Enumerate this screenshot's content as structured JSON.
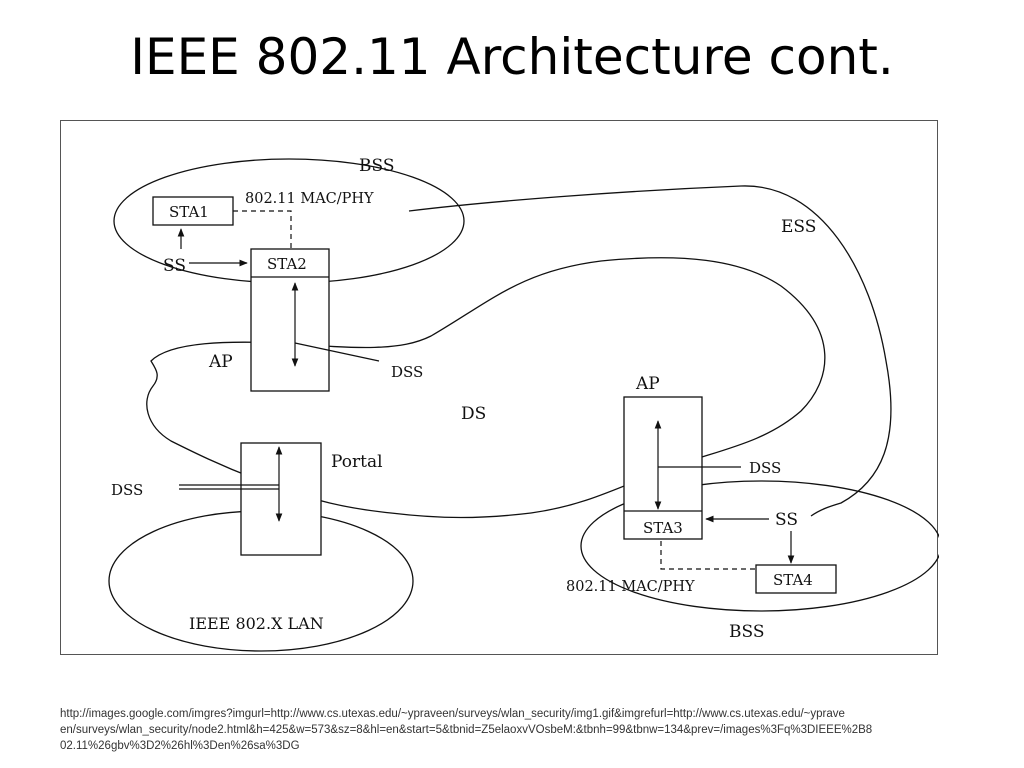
{
  "slide": {
    "title": "IEEE 802.11 Architecture cont."
  },
  "diagram": {
    "labels": {
      "bss_top": "BSS",
      "mac_phy_top": "802.11 MAC/PHY",
      "ess": "ESS",
      "sta1": "STA1",
      "ss_top": "SS",
      "sta2": "STA2",
      "ap_top": "AP",
      "dss_top": "DSS",
      "ds": "DS",
      "ap_right": "AP",
      "portal": "Portal",
      "dss_left": "DSS",
      "dss_right": "DSS",
      "sta3": "STA3",
      "ss_right": "SS",
      "mac_phy_bottom": "802.11 MAC/PHY",
      "sta4": "STA4",
      "lan": "IEEE 802.X LAN",
      "bss_bottom": "BSS"
    }
  },
  "source": {
    "line1": "http://images.google.com/imgres?imgurl=http://www.cs.utexas.edu/~ypraveen/surveys/wlan_security/img1.gif&imgrefurl=http://www.cs.utexas.edu/~yprave",
    "line2": "en/surveys/wlan_security/node2.html&h=425&w=573&sz=8&hl=en&start=5&tbnid=Z5elaoxvVOsbeM:&tbnh=99&tbnw=134&prev=/images%3Fq%3DIEEE%2B8",
    "line3": "02.11%26gbv%3D2%26hl%3Den%26sa%3DG"
  }
}
